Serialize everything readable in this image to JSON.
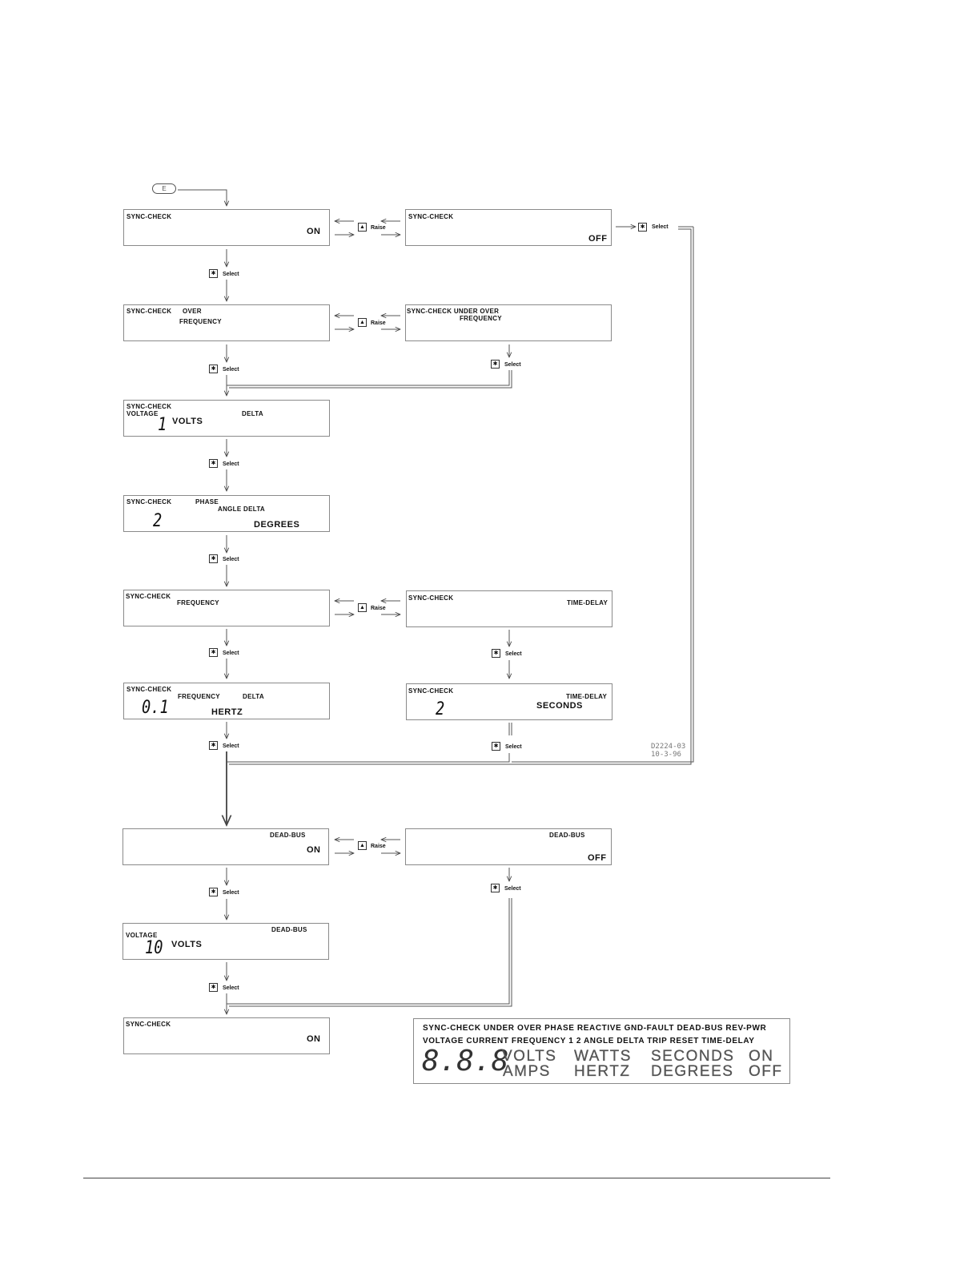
{
  "enter_key": "E",
  "buttons": {
    "raise_symbol": "▲",
    "raise_label": "Raise",
    "select_symbol": "✱",
    "select_label": "Select"
  },
  "panels": {
    "p1_on": {
      "line1": "SYNC-CHECK",
      "state": "ON"
    },
    "p1_off": {
      "line1": "SYNC-CHECK",
      "state": "OFF"
    },
    "p2_over": {
      "line1": "SYNC-CHECK",
      "line1b": "OVER",
      "line2": "FREQUENCY"
    },
    "p2_underover": {
      "line1": "SYNC-CHECK UNDER OVER",
      "line2": "FREQUENCY"
    },
    "p3_voltage": {
      "line1": "SYNC-CHECK",
      "line2": "VOLTAGE",
      "delta": "DELTA",
      "value": "1",
      "unit": "VOLTS"
    },
    "p4_phase": {
      "line1": "SYNC-CHECK",
      "phase": "PHASE",
      "angle": "ANGLE  DELTA",
      "value": "2",
      "unit": "DEGREES"
    },
    "p5_frequency": {
      "line1": "SYNC-CHECK",
      "line2": "FREQUENCY"
    },
    "p5_timedelay": {
      "line1": "SYNC-CHECK",
      "label": "TIME-DELAY"
    },
    "p6_freqdelta": {
      "line1": "SYNC-CHECK",
      "freq": "FREQUENCY",
      "delta": "DELTA",
      "value": "0.1",
      "unit": "HERTZ"
    },
    "p6_seconds": {
      "line1": "SYNC-CHECK",
      "label": "TIME-DELAY",
      "value": "2",
      "unit": "SECONDS"
    },
    "p7_deadbus_on": {
      "label": "DEAD-BUS",
      "state": "ON"
    },
    "p7_deadbus_off": {
      "label": "DEAD-BUS",
      "state": "OFF"
    },
    "p8_deadbus_volt": {
      "line2": "VOLTAGE",
      "label": "DEAD-BUS",
      "value": "10",
      "unit": "VOLTS"
    },
    "p9_final": {
      "line1": "SYNC-CHECK",
      "state": "ON"
    }
  },
  "drawing_id": {
    "number": "D2224-03",
    "date": "10-3-96"
  },
  "legend": {
    "row1": "SYNC-CHECK  UNDER  OVER  PHASE  REACTIVE  GND-FAULT  DEAD-BUS  REV-PWR",
    "row2": "VOLTAGE  CURRENT  FREQUENCY  1  2  ANGLE  DELTA  TRIP  RESET  TIME-DELAY",
    "digits": "8.8.8",
    "volts": "VOLTS",
    "amps": "AMPS",
    "watts": "WATTS",
    "hertz": "HERTZ",
    "seconds": "SECONDS",
    "degrees": "DEGREES",
    "on": "ON",
    "off": "OFF"
  }
}
